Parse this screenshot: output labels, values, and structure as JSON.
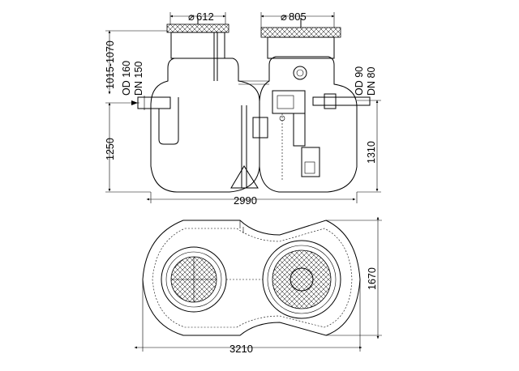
{
  "side_view": {
    "manhole_left_diameter": "612",
    "manhole_right_diameter": "805",
    "height_cover": "1015-1070",
    "inlet_label_od": "OD 160",
    "inlet_label_dn": "DN 150",
    "height_inlet": "1250",
    "outlet_label_od": "OD 90",
    "outlet_label_dn": "DN 80",
    "height_outlet": "1310",
    "total_length": "2990"
  },
  "top_view": {
    "total_length": "3210",
    "total_width": "1670"
  },
  "diameter_symbol": "⌀"
}
